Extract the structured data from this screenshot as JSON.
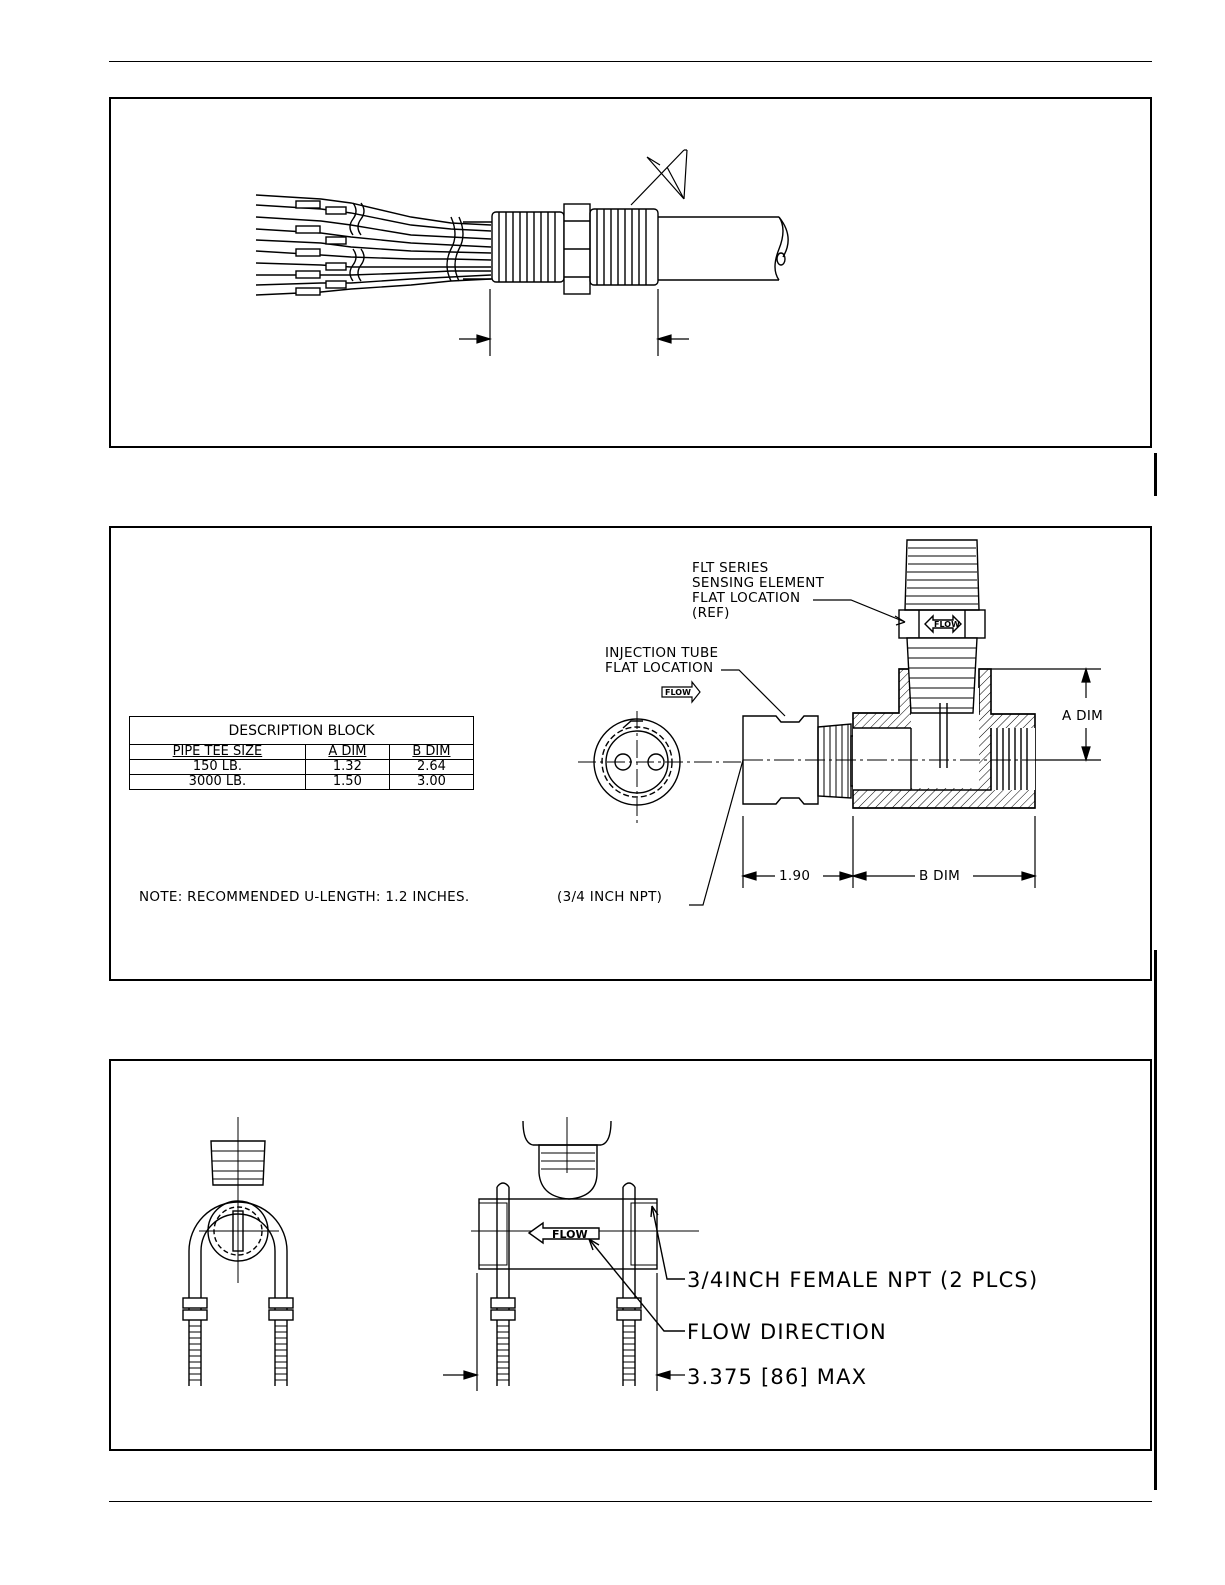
{
  "panel2": {
    "table": {
      "title": "DESCRIPTION BLOCK",
      "headers": [
        "PIPE TEE SIZE",
        "A DIM",
        "B DIM"
      ],
      "rows": [
        [
          "150 LB.",
          "1.32",
          "2.64"
        ],
        [
          "3000 LB.",
          "1.50",
          "3.00"
        ]
      ]
    },
    "note": "NOTE: RECOMMENDED U-LENGTH: 1.2 INCHES.",
    "callout_sensing": "FLT SERIES\nSENSING ELEMENT\nFLAT LOCATION\n(REF)",
    "callout_injection": "INJECTION TUBE\nFLAT LOCATION",
    "flow_tag": "FLOW",
    "a_dim": "A DIM",
    "b_dim": "B DIM",
    "dim_190": "1.90",
    "npt": "(3/4 INCH NPT)"
  },
  "panel3": {
    "flow_tag": "FLOW",
    "female_npt": "3/4INCH FEMALE NPT (2 PLCS)",
    "flow_direction": "FLOW DIRECTION",
    "max_dim": "3.375 [86] MAX"
  }
}
